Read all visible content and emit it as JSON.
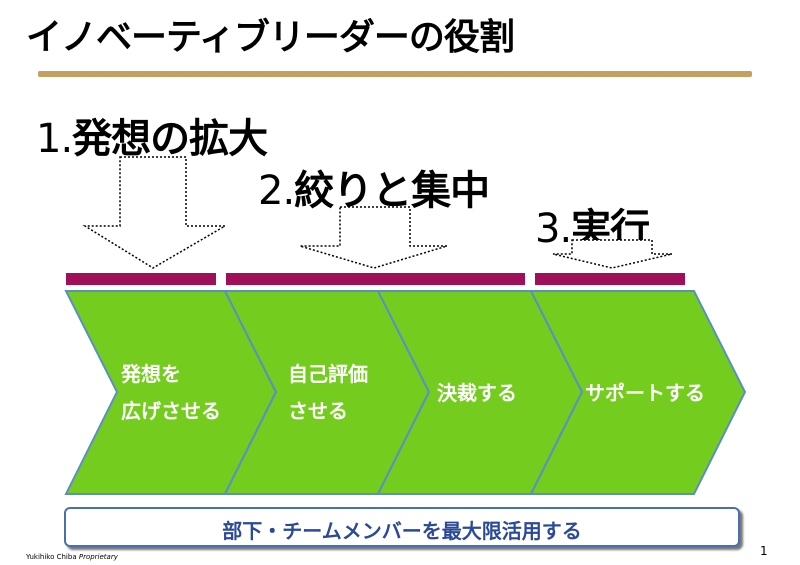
{
  "title": "イノベーティブリーダーの役割",
  "steps": [
    {
      "number": "1.",
      "label": "発想の拡大"
    },
    {
      "number": "2.",
      "label": "絞りと集中"
    },
    {
      "number": "3.",
      "label": "実行"
    }
  ],
  "chevrons": [
    {
      "line1": "発想を",
      "line2": "広げさせる"
    },
    {
      "line1": "自己評価",
      "line2": "させる"
    },
    {
      "line1": "決裁する",
      "line2": ""
    },
    {
      "line1": "サポートする",
      "line2": ""
    }
  ],
  "footer": "部下・チームメンバーを最大限活用する",
  "credit": {
    "name": "Yukihiko Chiba",
    "tag": "Proprietary"
  },
  "page_number": "1",
  "colors": {
    "chevron_fill": "#74cd1e",
    "chevron_border": "#5b8fc4",
    "bar": "#a0105a",
    "title_rule": "#c4a060",
    "footer_text": "#2a4a99"
  }
}
